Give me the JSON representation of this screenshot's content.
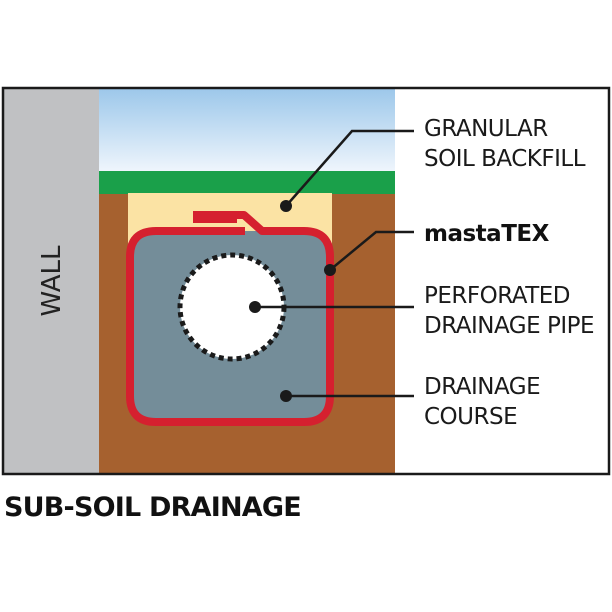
{
  "wall_label": "WALL",
  "labels": {
    "backfill_line1": "GRANULAR",
    "backfill_line2": "SOIL BACKFILL",
    "geotextile": "mastaTEX",
    "pipe_line1": "PERFORATED",
    "pipe_line2": "DRAINAGE PIPE",
    "course_line1": "DRAINAGE",
    "course_line2": "COURSE"
  },
  "title": "SUB-SOIL DRAINAGE",
  "colors": {
    "wall": "#c0c1c3",
    "sky_top": "#9cc7ea",
    "sky_bottom": "#eef5fc",
    "grass": "#1aa04a",
    "soil": "#a6612f",
    "backfill": "#fbe3a4",
    "geotextile": "#d5202f",
    "drainage_course": "#748d99",
    "pipe": "#ffffff",
    "outline": "#1a1a1a"
  }
}
